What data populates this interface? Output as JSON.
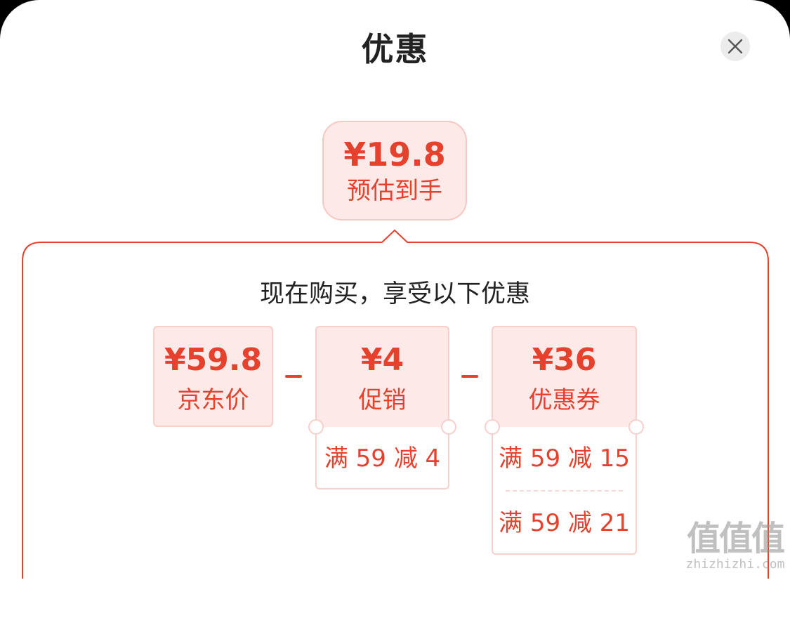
{
  "header": {
    "title": "优惠",
    "close_icon": "close-icon"
  },
  "estimate": {
    "amount": "¥19.8",
    "label": "预估到手"
  },
  "panel": {
    "subtitle": "现在购买，享受以下优惠"
  },
  "items": [
    {
      "amount": "¥59.8",
      "label": "京东价",
      "details": []
    },
    {
      "amount": "¥4",
      "label": "促销",
      "details": [
        "满 59 减 4"
      ]
    },
    {
      "amount": "¥36",
      "label": "优惠券",
      "details": [
        "满 59 减 15",
        "满 59 减 21"
      ]
    }
  ],
  "watermark": {
    "logo_text": "值值值",
    "url": "zhizhizhi.com"
  },
  "colors": {
    "accent": "#e5412d",
    "card_bg": "#fde9e7",
    "card_border": "#f7cfcb"
  }
}
